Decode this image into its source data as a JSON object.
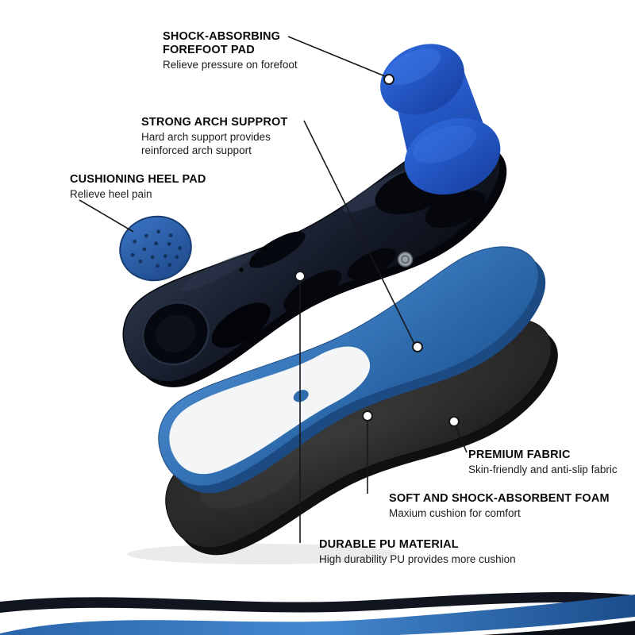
{
  "colors": {
    "pad_blue": "#2257c6",
    "pad_blue_dark": "#1a46a4",
    "layer_blue": "#2e6cae",
    "shell_dark": "#11151f",
    "foam_dark": "#262626",
    "fabric_white": "#f3f5f7",
    "heel_pad_blue": "#2c62ac",
    "heel_pad_dot": "#12355f",
    "line_dark": "#16181c",
    "wave_dark": "#10151f",
    "wave_blue": "#2e6cb4"
  },
  "callouts": {
    "forefoot": {
      "title_line1": "SHOCK-ABSORBING",
      "title_line2": "FOREFOOT PAD",
      "desc": "Relieve pressure on forefoot"
    },
    "arch": {
      "title": "STRONG ARCH SUPPROT",
      "desc_line1": "Hard arch support provides",
      "desc_line2": "reinforced arch support"
    },
    "heel": {
      "title": "CUSHIONING HEEL PAD",
      "desc": "Relieve heel pain"
    },
    "fabric": {
      "title": "PREMIUM FABRIC",
      "desc": "Skin-friendly and anti-slip fabric"
    },
    "foam": {
      "title": "SOFT AND SHOCK-ABSORBENT FOAM",
      "desc": "Maxium cushion for comfort"
    },
    "pu": {
      "title": "DURABLE PU MATERIAL",
      "desc": "High durability PU provides more cushion"
    }
  }
}
